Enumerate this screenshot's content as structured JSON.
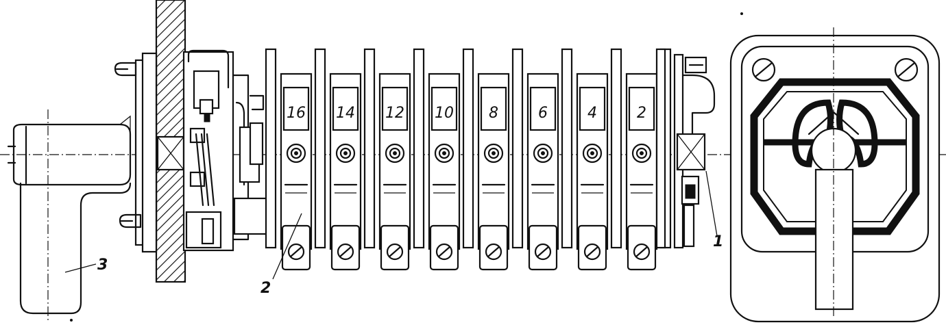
{
  "contact_numbers": [
    "16",
    "14",
    "12",
    "10",
    "8",
    "6",
    "4",
    "2"
  ],
  "callouts": {
    "shaft": "1",
    "contact_section": "2",
    "handle": "3"
  },
  "colors": {
    "ink": "#111111",
    "paper": "#ffffff"
  }
}
